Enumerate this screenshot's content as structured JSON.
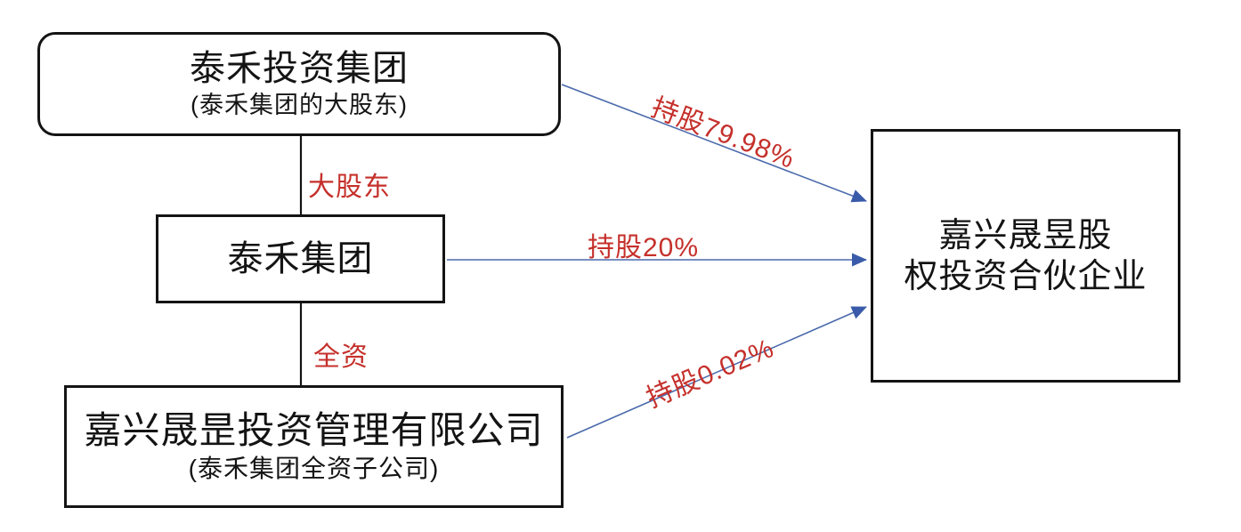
{
  "diagram": {
    "type": "ownership-structure",
    "nodes": {
      "taihe_investment_group": {
        "name": "泰禾投资集团",
        "note": "(泰禾集团的大股东)"
      },
      "taihe_group": {
        "name": "泰禾集团"
      },
      "jiaxing_investment_management": {
        "name": "嘉兴晟昰投资管理有限公司",
        "note": "(泰禾集团全资子公司)"
      },
      "jiaxing_partnership": {
        "name_line1": "嘉兴晟昱股",
        "name_line2": "权投资合伙企业"
      }
    },
    "edges": {
      "major_shareholder_label": "大股东",
      "wholly_owned_label": "全资",
      "stake_top_label": "持股79.98%",
      "stake_middle_label": "持股20%",
      "stake_bottom_label": "持股0.02%"
    },
    "colors": {
      "label_red": "#c5302b",
      "arrow_blue": "#4a6aab",
      "arrowhead_blue": "#3a5ba9",
      "box_border": "#141414"
    }
  }
}
